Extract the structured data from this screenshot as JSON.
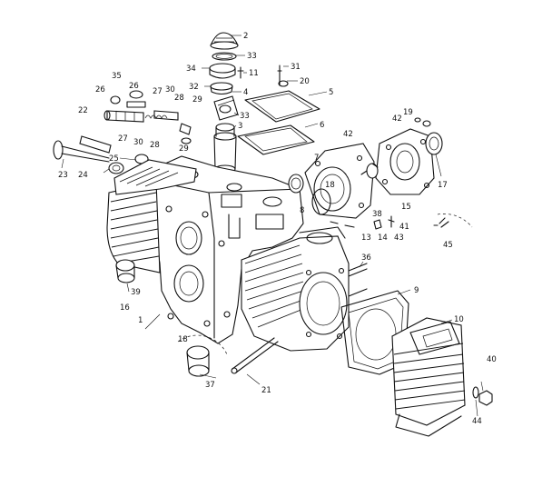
{
  "callouts": [
    {
      "id": "c2",
      "text": "2"
    },
    {
      "id": "c33a",
      "text": "33"
    },
    {
      "id": "c34",
      "text": "34"
    },
    {
      "id": "c11",
      "text": "11"
    },
    {
      "id": "c31",
      "text": "31"
    },
    {
      "id": "c20",
      "text": "20"
    },
    {
      "id": "c32",
      "text": "32"
    },
    {
      "id": "c4",
      "text": "4"
    },
    {
      "id": "c5",
      "text": "5"
    },
    {
      "id": "c35",
      "text": "35"
    },
    {
      "id": "c26a",
      "text": "26"
    },
    {
      "id": "c26b",
      "text": "26"
    },
    {
      "id": "c27a",
      "text": "27"
    },
    {
      "id": "c30a",
      "text": "30"
    },
    {
      "id": "c28a",
      "text": "28"
    },
    {
      "id": "c29",
      "text": "29"
    },
    {
      "id": "c33b",
      "text": "33"
    },
    {
      "id": "c3",
      "text": "3"
    },
    {
      "id": "c6",
      "text": "6"
    },
    {
      "id": "c22",
      "text": "22"
    },
    {
      "id": "c27b",
      "text": "27"
    },
    {
      "id": "c30b",
      "text": "30"
    },
    {
      "id": "c28b",
      "text": "28"
    },
    {
      "id": "c29b",
      "text": "29"
    },
    {
      "id": "c25",
      "text": "25"
    },
    {
      "id": "c23",
      "text": "23"
    },
    {
      "id": "c24",
      "text": "24"
    },
    {
      "id": "c19",
      "text": "19"
    },
    {
      "id": "c42a",
      "text": "42"
    },
    {
      "id": "c42b",
      "text": "42"
    },
    {
      "id": "c7",
      "text": "7"
    },
    {
      "id": "c17",
      "text": "17"
    },
    {
      "id": "c18a",
      "text": "18"
    },
    {
      "id": "c8",
      "text": "8"
    },
    {
      "id": "c38",
      "text": "38"
    },
    {
      "id": "c15",
      "text": "15"
    },
    {
      "id": "c41",
      "text": "41"
    },
    {
      "id": "c13",
      "text": "13"
    },
    {
      "id": "c14",
      "text": "14"
    },
    {
      "id": "c43",
      "text": "43"
    },
    {
      "id": "c45",
      "text": "45"
    },
    {
      "id": "c36",
      "text": "36"
    },
    {
      "id": "c39",
      "text": "39"
    },
    {
      "id": "c16",
      "text": "16"
    },
    {
      "id": "c9",
      "text": "9"
    },
    {
      "id": "c1",
      "text": "1"
    },
    {
      "id": "c10",
      "text": "10"
    },
    {
      "id": "c18b",
      "text": "18"
    },
    {
      "id": "c37",
      "text": "37"
    },
    {
      "id": "c21",
      "text": "21"
    },
    {
      "id": "c40",
      "text": "40"
    },
    {
      "id": "c44",
      "text": "44"
    }
  ]
}
